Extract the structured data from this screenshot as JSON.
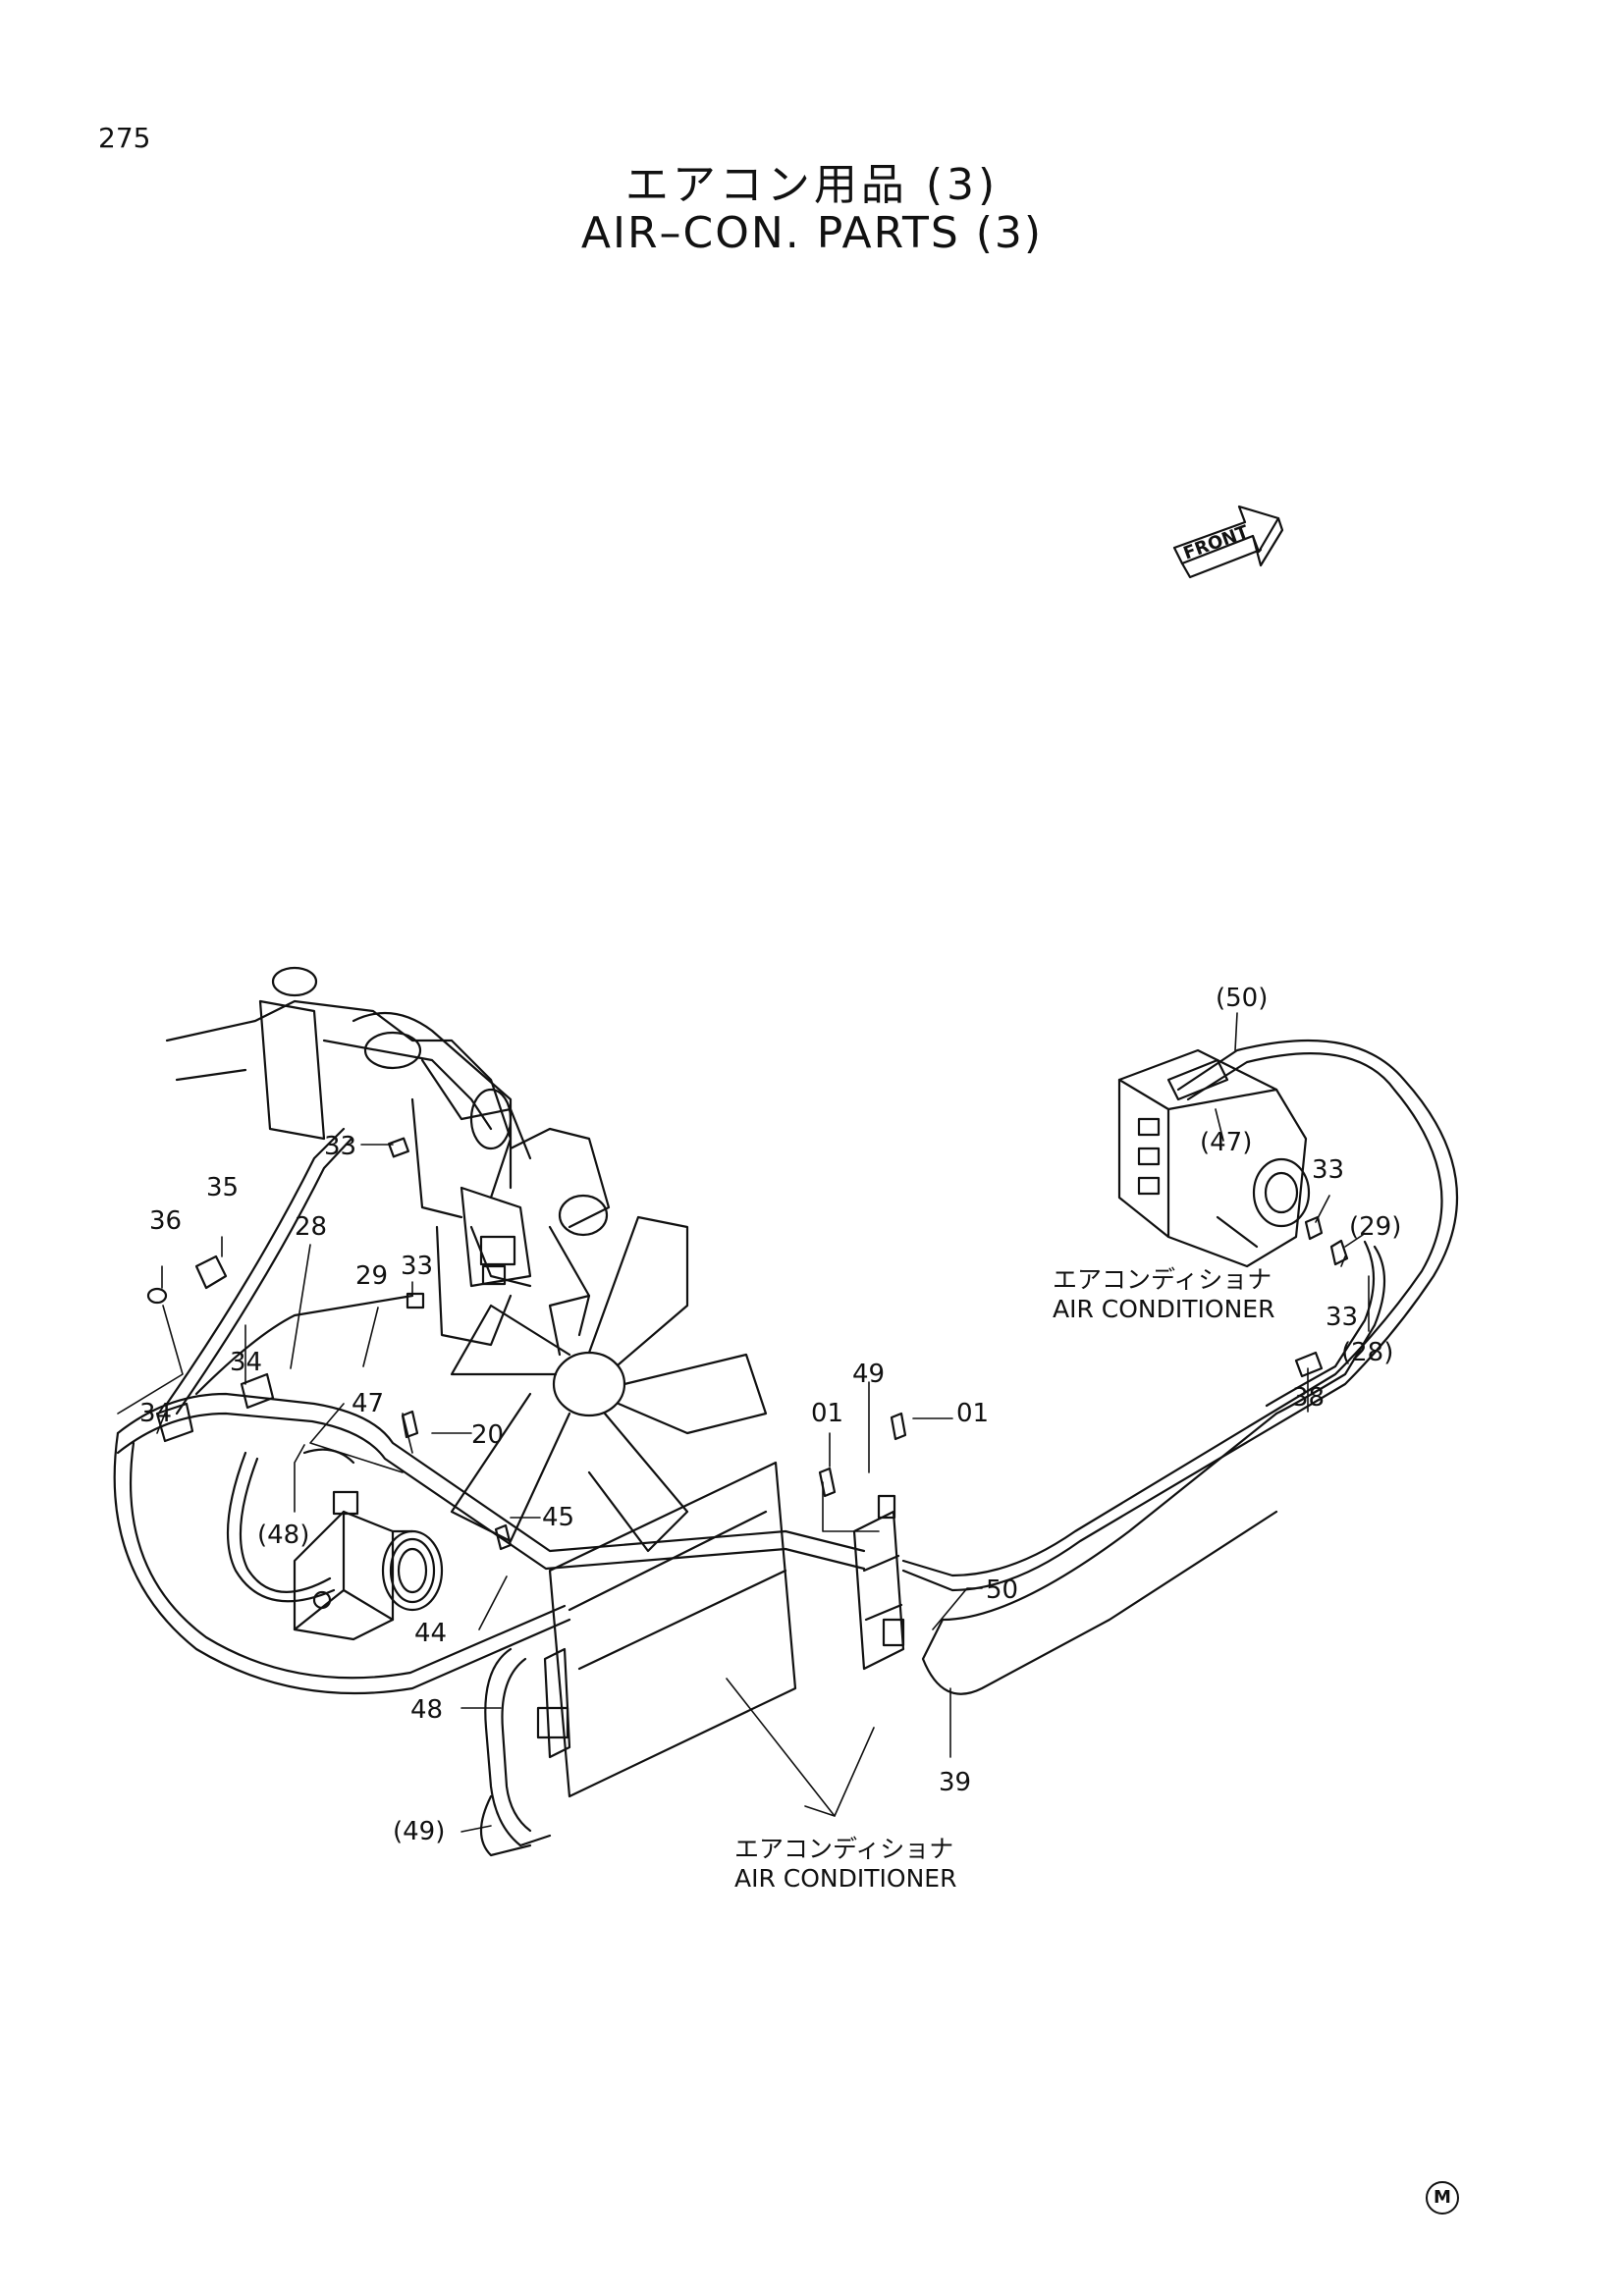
{
  "page_number": "275",
  "title_jp": "エアコン用品 (3)",
  "title_en": "AIR–CON. PARTS (3)",
  "front_label": "FRONT",
  "corner_mark": "M",
  "callouts": {
    "c50p": "(50)",
    "c47p": "(47)",
    "c33_right_a": "33",
    "c29p": "(29)",
    "c33_right_b": "33",
    "c28p": "(28)",
    "c38": "38",
    "c33_top": "33",
    "c35": "35",
    "c36": "36",
    "c28": "28",
    "c33_mid": "33",
    "c29": "29",
    "c34_a": "34",
    "c34_b": "34",
    "c47": "47",
    "c20": "20",
    "c48p": "(48)",
    "c45": "45",
    "c44": "44",
    "c48": "48",
    "c49p": "(49)",
    "c01_a": "01",
    "c49": "49",
    "c01_b": "01",
    "c50": "50",
    "c39": "39"
  },
  "captions": {
    "upper_jp": "エアコンディショナ",
    "upper_en": "AIR CONDITIONER",
    "lower_jp": "エアコンディショナ",
    "lower_en": "AIR CONDITIONER"
  }
}
